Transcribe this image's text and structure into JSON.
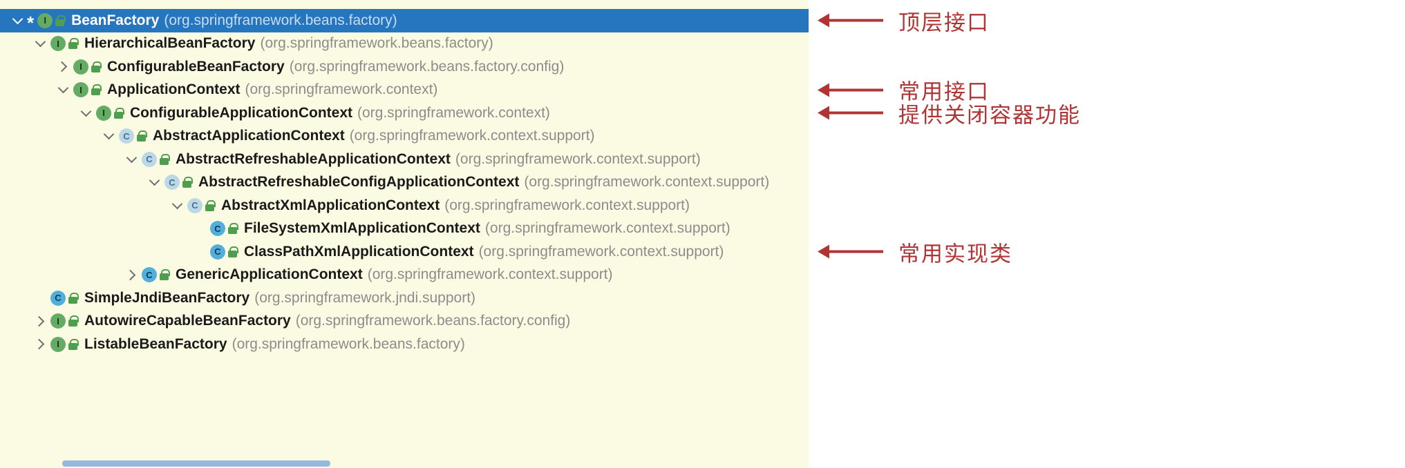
{
  "panel": {
    "kind": "ide-type-hierarchy"
  },
  "tree": {
    "rows": [
      {
        "name": "BeanFactory",
        "package": "(org.springframework.beans.factory)",
        "level": 0,
        "kind": "interface",
        "state": "expanded",
        "marker": "*",
        "selected": true
      },
      {
        "name": "HierarchicalBeanFactory",
        "package": "(org.springframework.beans.factory)",
        "level": 1,
        "kind": "interface",
        "state": "expanded"
      },
      {
        "name": "ConfigurableBeanFactory",
        "package": "(org.springframework.beans.factory.config)",
        "level": 2,
        "kind": "interface",
        "state": "collapsed"
      },
      {
        "name": "ApplicationContext",
        "package": "(org.springframework.context)",
        "level": 2,
        "kind": "interface",
        "state": "expanded"
      },
      {
        "name": "ConfigurableApplicationContext",
        "package": "(org.springframework.context)",
        "level": 3,
        "kind": "interface",
        "state": "expanded"
      },
      {
        "name": "AbstractApplicationContext",
        "package": "(org.springframework.context.support)",
        "level": 4,
        "kind": "abstract",
        "state": "expanded"
      },
      {
        "name": "AbstractRefreshableApplicationContext",
        "package": "(org.springframework.context.support)",
        "level": 5,
        "kind": "abstract",
        "state": "expanded"
      },
      {
        "name": "AbstractRefreshableConfigApplicationContext",
        "package": "(org.springframework.context.support)",
        "level": 6,
        "kind": "abstract",
        "state": "expanded"
      },
      {
        "name": "AbstractXmlApplicationContext",
        "package": "(org.springframework.context.support)",
        "level": 7,
        "kind": "abstract",
        "state": "expanded"
      },
      {
        "name": "FileSystemXmlApplicationContext",
        "package": "(org.springframework.context.support)",
        "level": 8,
        "kind": "class",
        "state": "leaf"
      },
      {
        "name": "ClassPathXmlApplicationContext",
        "package": "(org.springframework.context.support)",
        "level": 8,
        "kind": "class",
        "state": "leaf"
      },
      {
        "name": "GenericApplicationContext",
        "package": "(org.springframework.context.support)",
        "level": 5,
        "kind": "class",
        "state": "collapsed"
      },
      {
        "name": "SimpleJndiBeanFactory",
        "package": "(org.springframework.jndi.support)",
        "level": 1,
        "kind": "class",
        "state": "leaf"
      },
      {
        "name": "AutowireCapableBeanFactory",
        "package": "(org.springframework.beans.factory.config)",
        "level": 1,
        "kind": "interface",
        "state": "collapsed"
      },
      {
        "name": "ListableBeanFactory",
        "package": "(org.springframework.beans.factory)",
        "level": 1,
        "kind": "interface",
        "state": "collapsed"
      }
    ]
  },
  "icons": {
    "interface_letter": "I",
    "class_letter": "C",
    "abstract_letter": "C",
    "base_class_marker": "*"
  },
  "annotations": [
    {
      "text": "顶层接口",
      "target_row": 0
    },
    {
      "text": "常用接口",
      "target_row": 3
    },
    {
      "text": "提供关闭容器功能",
      "target_row": 4
    },
    {
      "text": "常用实现类",
      "target_row": 10
    }
  ],
  "colors": {
    "tree_bg": "#FBFAE2",
    "panel_bg": "#FFFFFF",
    "selection_bg": "#2675BF",
    "name_text": "#1A1A1A",
    "pkg_text": "#8C8C8C",
    "sel_name_text": "#FFFFFF",
    "sel_pkg_text": "#C9DDF2",
    "chevron": "#6E6E6E",
    "chevron_sel": "#FFFFFF",
    "iface_bg": "#64AB66",
    "iface_fg": "#123612",
    "class_bg": "#52AEDA",
    "class_fg": "#0D3B5C",
    "abs_bg": "#BCD7E6",
    "abs_fg": "#46708C",
    "lock": "#4F9E4F",
    "annotation": "#B03434",
    "scroll_thumb": "#96B9DF"
  }
}
